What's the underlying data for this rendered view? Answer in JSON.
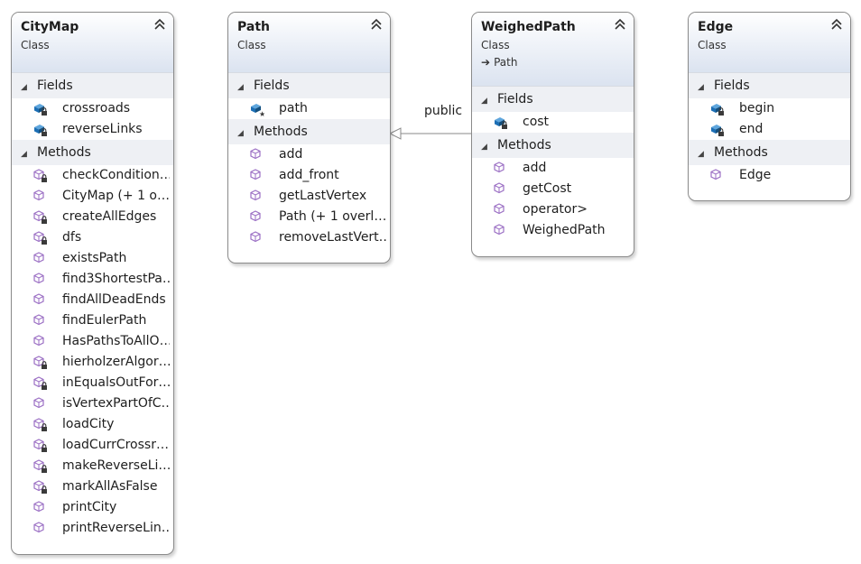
{
  "classes": {
    "citymap": {
      "name": "CityMap",
      "stereotype": "Class",
      "fields_label": "Fields",
      "methods_label": "Methods",
      "fields": [
        {
          "name": "crossroads",
          "icon": "private-field-icon"
        },
        {
          "name": "reverseLinks",
          "icon": "private-field-icon"
        }
      ],
      "methods": [
        {
          "name": "checkCondition…",
          "icon": "private-method-icon"
        },
        {
          "name": "CityMap (+ 1 o…",
          "icon": "public-method-icon"
        },
        {
          "name": "createAllEdges",
          "icon": "private-method-icon"
        },
        {
          "name": "dfs",
          "icon": "private-method-icon"
        },
        {
          "name": "existsPath",
          "icon": "public-method-icon"
        },
        {
          "name": "find3ShortestPa…",
          "icon": "public-method-icon"
        },
        {
          "name": "findAllDeadEnds",
          "icon": "public-method-icon"
        },
        {
          "name": "findEulerPath",
          "icon": "public-method-icon"
        },
        {
          "name": "HasPathsToAllO…",
          "icon": "public-method-icon"
        },
        {
          "name": "hierholzerAlgor…",
          "icon": "private-method-icon"
        },
        {
          "name": "inEqualsOutFor…",
          "icon": "private-method-icon"
        },
        {
          "name": "isVertexPartOfC…",
          "icon": "public-method-icon"
        },
        {
          "name": "loadCity",
          "icon": "private-method-icon"
        },
        {
          "name": "loadCurrCrossr…",
          "icon": "private-method-icon"
        },
        {
          "name": "makeReverseLi…",
          "icon": "private-method-icon"
        },
        {
          "name": "markAllAsFalse",
          "icon": "private-method-icon"
        },
        {
          "name": "printCity",
          "icon": "public-method-icon"
        },
        {
          "name": "printReverseLin…",
          "icon": "public-method-icon"
        }
      ]
    },
    "path": {
      "name": "Path",
      "stereotype": "Class",
      "fields_label": "Fields",
      "methods_label": "Methods",
      "fields": [
        {
          "name": "path",
          "icon": "protected-field-icon"
        }
      ],
      "methods": [
        {
          "name": "add",
          "icon": "public-method-icon"
        },
        {
          "name": "add_front",
          "icon": "public-method-icon"
        },
        {
          "name": "getLastVertex",
          "icon": "public-method-icon"
        },
        {
          "name": "Path (+ 1 overl…",
          "icon": "public-method-icon"
        },
        {
          "name": "removeLastVert…",
          "icon": "public-method-icon"
        }
      ]
    },
    "weighedpath": {
      "name": "WeighedPath",
      "stereotype": "Class",
      "base": "Path",
      "fields_label": "Fields",
      "methods_label": "Methods",
      "fields": [
        {
          "name": "cost",
          "icon": "private-field-icon"
        }
      ],
      "methods": [
        {
          "name": "add",
          "icon": "public-method-icon"
        },
        {
          "name": "getCost",
          "icon": "public-method-icon"
        },
        {
          "name": "operator>",
          "icon": "public-method-icon"
        },
        {
          "name": "WeighedPath",
          "icon": "public-method-icon"
        }
      ]
    },
    "edge": {
      "name": "Edge",
      "stereotype": "Class",
      "fields_label": "Fields",
      "methods_label": "Methods",
      "fields": [
        {
          "name": "begin",
          "icon": "private-field-icon"
        },
        {
          "name": "end",
          "icon": "private-field-icon"
        }
      ],
      "methods": [
        {
          "name": "Edge",
          "icon": "public-method-icon"
        }
      ]
    }
  },
  "inheritance": {
    "label": "public"
  },
  "colors": {
    "field_icon": "#1c6fb5",
    "method_icon": "#9b6fc4",
    "lock": "#3a3a3a",
    "header_gradient_end": "#dbe3f0",
    "section_bg": "#eef0f4"
  }
}
